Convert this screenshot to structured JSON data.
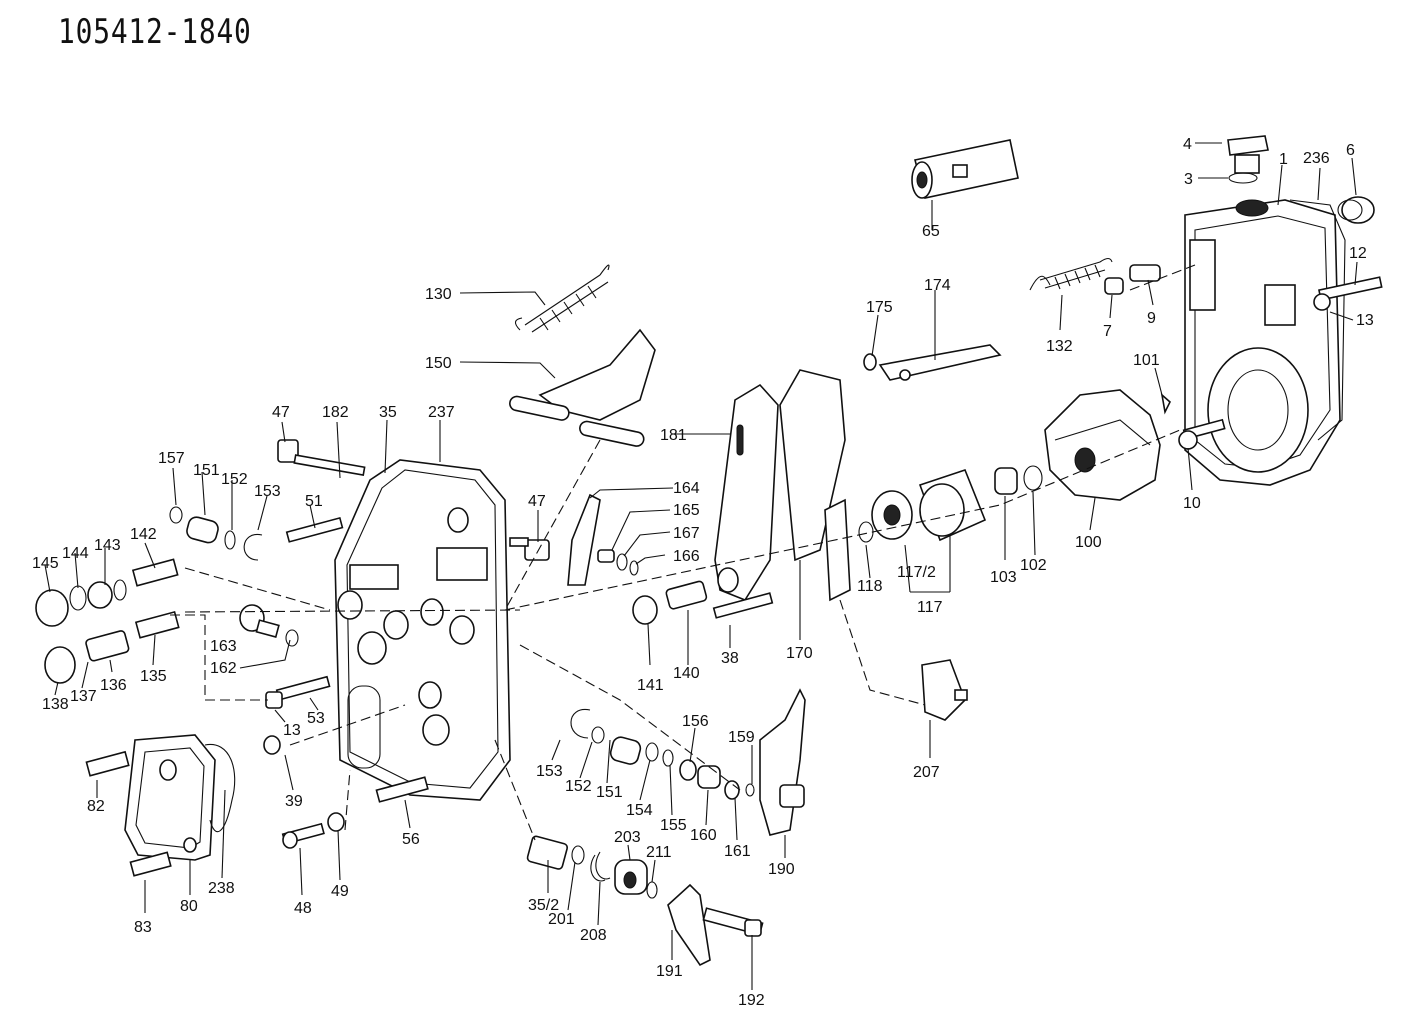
{
  "title": "105412-1840",
  "labels": {
    "p1": "1",
    "p3": "3",
    "p4": "4",
    "p6": "6",
    "p7": "7",
    "p9": "9",
    "p10": "10",
    "p12": "12",
    "p13a": "13",
    "p13b": "13",
    "p35": "35",
    "p35_2": "35/2",
    "p38": "38",
    "p39": "39",
    "p47a": "47",
    "p47b": "47",
    "p48": "48",
    "p49": "49",
    "p51": "51",
    "p53": "53",
    "p56": "56",
    "p65": "65",
    "p80": "80",
    "p82": "82",
    "p83": "83",
    "p100": "100",
    "p101": "101",
    "p102": "102",
    "p103": "103",
    "p117": "117",
    "p117_2": "117/2",
    "p118": "118",
    "p130": "130",
    "p132": "132",
    "p135": "135",
    "p136": "136",
    "p137": "137",
    "p138": "138",
    "p140": "140",
    "p141": "141",
    "p142": "142",
    "p143": "143",
    "p144": "144",
    "p145": "145",
    "p150": "150",
    "p151a": "151",
    "p151b": "151",
    "p152a": "152",
    "p152b": "152",
    "p153a": "153",
    "p153b": "153",
    "p154": "154",
    "p155": "155",
    "p156": "156",
    "p157": "157",
    "p159": "159",
    "p160": "160",
    "p161": "161",
    "p162": "162",
    "p163": "163",
    "p164": "164",
    "p165": "165",
    "p166": "166",
    "p167": "167",
    "p170": "170",
    "p174": "174",
    "p175": "175",
    "p181": "181",
    "p182": "182",
    "p190": "190",
    "p191": "191",
    "p192": "192",
    "p201": "201",
    "p203": "203",
    "p207": "207",
    "p208": "208",
    "p211": "211",
    "p236": "236",
    "p237": "237",
    "p238": "238"
  }
}
